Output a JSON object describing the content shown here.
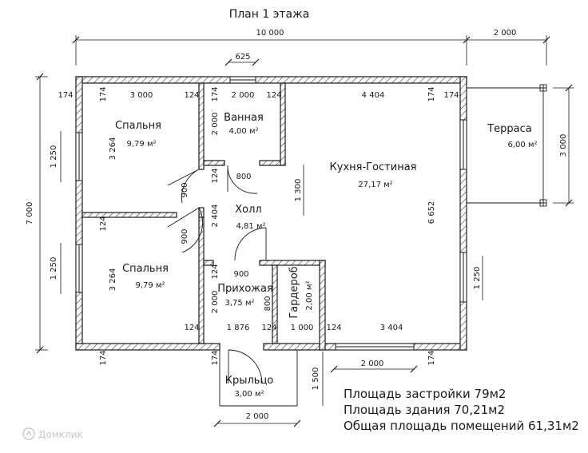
{
  "title": "План 1 этажа",
  "dims": {
    "total_width": "10 000",
    "terrace_width": "2 000",
    "window_625": "625",
    "top_3000": "3 000",
    "top_2000": "2 000",
    "top_4404": "4 404",
    "wall_174": "174",
    "wall_124": "124",
    "height_7000": "7 000",
    "left_1250": "1 250",
    "bedroom_3264": "3 264",
    "bath_2000": "2 000",
    "hall_2404": "2 404",
    "door_800": "800",
    "door_900": "900",
    "kitchen_1300": "1 300",
    "kitchen_6652": "6 652",
    "terrace_3000": "3 000",
    "right_1250": "1 250",
    "entry_2000": "2 000",
    "entry_800": "800",
    "bottom_1876": "1 876",
    "bottom_1000": "1 000",
    "bottom_3404": "3 404",
    "window_2000": "2 000",
    "porch_1500": "1 500",
    "porch_2000": "2 000"
  },
  "rooms": {
    "bedroom1": {
      "name": "Спальня",
      "area": "9,79 м²"
    },
    "bedroom2": {
      "name": "Спальня",
      "area": "9,79 м²"
    },
    "bathroom": {
      "name": "Ванная",
      "area": "4,00 м²"
    },
    "kitchen": {
      "name": "Кухня-Гостиная",
      "area": "27,17 м²"
    },
    "terrace": {
      "name": "Терраса",
      "area": "6,00 м²"
    },
    "hall": {
      "name": "Холл",
      "area": "4,81 м²"
    },
    "entry": {
      "name": "Прихожая",
      "area": "3,75 м²"
    },
    "wardrobe": {
      "name": "Гардероб",
      "area": "2,00 м²"
    },
    "porch": {
      "name": "Крыльцо",
      "area": "3,00 м²"
    }
  },
  "summary": {
    "built_area": "Площадь застройки 79м2",
    "building_area": "Площадь здания 70,21м2",
    "total_area": "Общая площадь помещений 61,31м2"
  },
  "watermark": "Домклик",
  "colors": {
    "line": "#1a1a1a",
    "hatch": "#555555",
    "background": "#ffffff",
    "watermark": "#c9c9c9"
  }
}
